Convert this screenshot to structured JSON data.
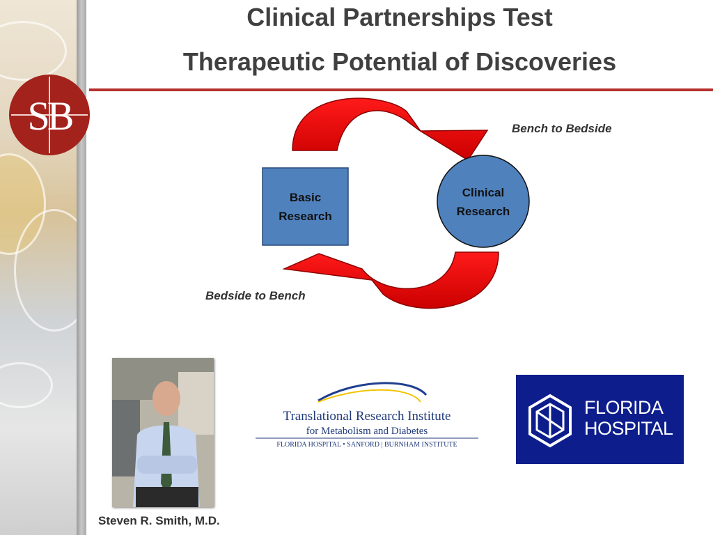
{
  "slide": {
    "title_line1": "Clinical Partnerships Test",
    "title_line2": "Therapeutic Potential of Discoveries"
  },
  "logo_sb": {
    "text": "SB"
  },
  "diagram": {
    "basic_research_line1": "Basic",
    "basic_research_line2": "Research",
    "clinical_research_line1": "Clinical",
    "clinical_research_line2": "Research",
    "bench_to_bedside": "Bench to Bedside",
    "bedside_to_bench": "Bedside to Bench"
  },
  "person": {
    "name": "Steven R. Smith, M.D."
  },
  "tri_logo": {
    "line1": "Translational Research Institute",
    "line2": "for Metabolism and Diabetes",
    "line3": "FLORIDA HOSPITAL • SANFORD | BURNHAM INSTITUTE"
  },
  "fh_logo": {
    "line1": "FLORIDA",
    "line2": "HOSPITAL"
  },
  "colors": {
    "title": "#404040",
    "rule": "#b5312e",
    "arrow": "#e00000",
    "box_fill": "#4f81bd",
    "sb_logo": "#a3221c",
    "fh_background": "#0d1d8c"
  }
}
